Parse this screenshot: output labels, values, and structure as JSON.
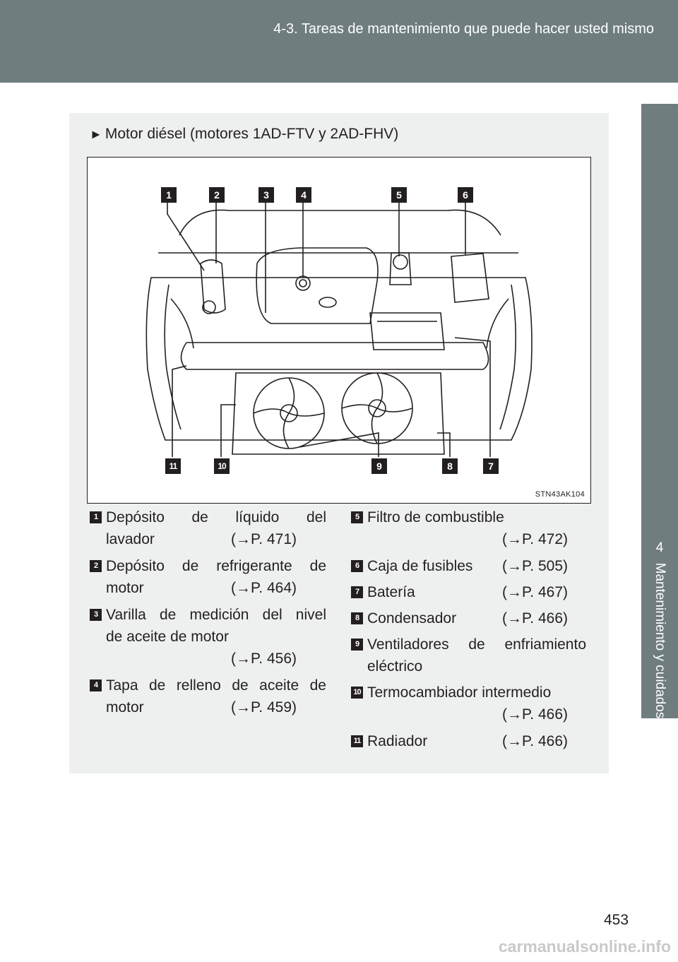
{
  "header": {
    "section_title": "4-3. Tareas de mantenimiento que puede hacer usted mismo"
  },
  "side_tab": {
    "chapter_number": "4",
    "chapter_label": "Mantenimiento y cuidados"
  },
  "panel": {
    "subheading_marker": "►",
    "subheading": "Motor diésel (motores 1AD-FTV y 2AD-FHV)",
    "figure_code": "STN43AK104",
    "callouts": [
      "1",
      "2",
      "3",
      "4",
      "5",
      "6",
      "7",
      "8",
      "9",
      "10",
      "11"
    ]
  },
  "items_left": [
    {
      "num": "1",
      "line1": "Depósito de líquido del",
      "line2": "lavador",
      "ref": "(→P. 471)"
    },
    {
      "num": "2",
      "line1": "Depósito de refrigerante de",
      "line2": "motor",
      "ref": "(→P. 464)"
    },
    {
      "num": "3",
      "line1": "Varilla de medición del nivel",
      "line2": "de aceite de motor",
      "ref": "(→P. 456)"
    },
    {
      "num": "4",
      "line1": "Tapa de relleno de aceite de",
      "line2": "motor",
      "ref": "(→P. 459)"
    }
  ],
  "items_right": [
    {
      "num": "5",
      "line1": "Filtro de combustible",
      "ref": "(→P. 472)"
    },
    {
      "num": "6",
      "line1": "Caja de fusibles",
      "ref": "(→P. 505)"
    },
    {
      "num": "7",
      "line1": "Batería",
      "ref": "(→P. 467)"
    },
    {
      "num": "8",
      "line1": "Condensador",
      "ref": "(→P. 466)"
    },
    {
      "num": "9",
      "line1": "Ventiladores de enfriamiento",
      "line2": "eléctrico"
    },
    {
      "num": "10",
      "line1": "Termocambiador intermedio",
      "ref": "(→P. 466)"
    },
    {
      "num": "11",
      "line1": "Radiador",
      "ref": "(→P. 466)"
    }
  ],
  "page_number": "453",
  "watermark": "carmanualsonline.info"
}
